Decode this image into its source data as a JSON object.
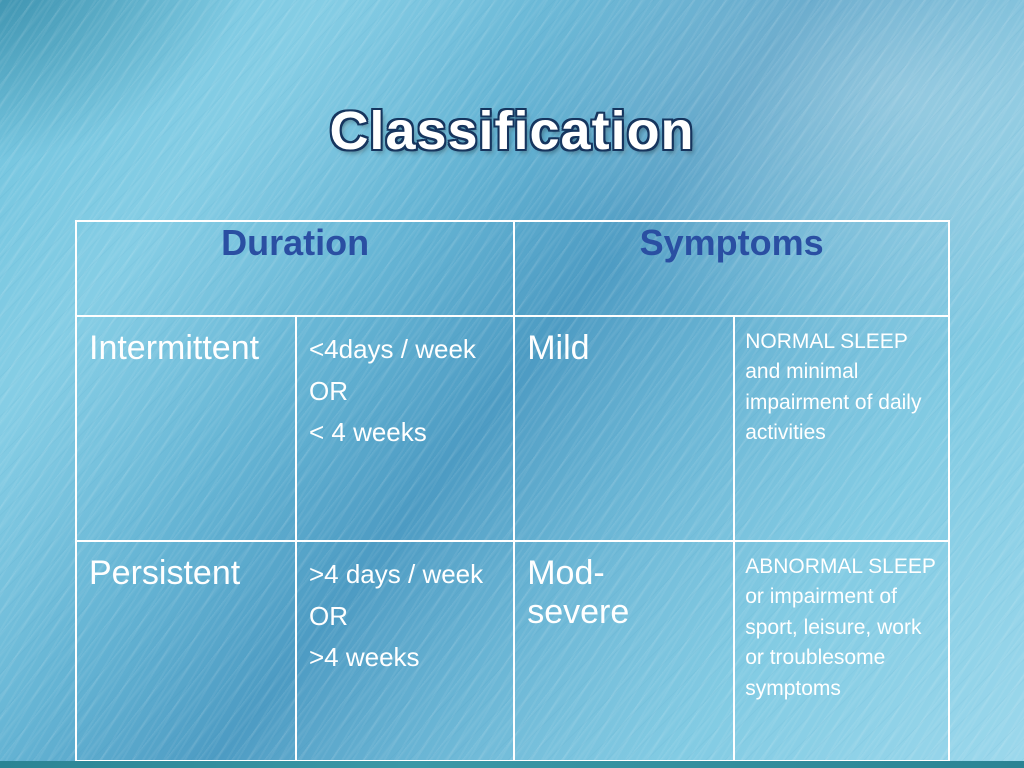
{
  "slide": {
    "title": "Classification"
  },
  "table": {
    "headers": [
      {
        "label": "Duration"
      },
      {
        "label": "Symptoms"
      }
    ],
    "rows": [
      {
        "duration_class": "Intermittent",
        "duration_lines": [
          "<4days / week",
          "OR",
          "< 4 weeks"
        ],
        "symptom_class": "Mild",
        "symptom_detail": "NORMAL SLEEP and minimal impairment of daily activities"
      },
      {
        "duration_class": "Persistent",
        "duration_lines": [
          ">4 days / week",
          "OR",
          ">4 weeks"
        ],
        "symptom_class": "Mod-severe",
        "symptom_detail": "ABNORMAL SLEEP or impairment of sport, leisure, work or troublesome symptoms"
      }
    ]
  },
  "colors": {
    "header_text": "#2a4fa2",
    "body_text": "#ffffff",
    "table_border": "#ffffff",
    "background_base": "#8ccfe6",
    "background_band": "#1673a8",
    "footer_bar": "#2b8494"
  }
}
